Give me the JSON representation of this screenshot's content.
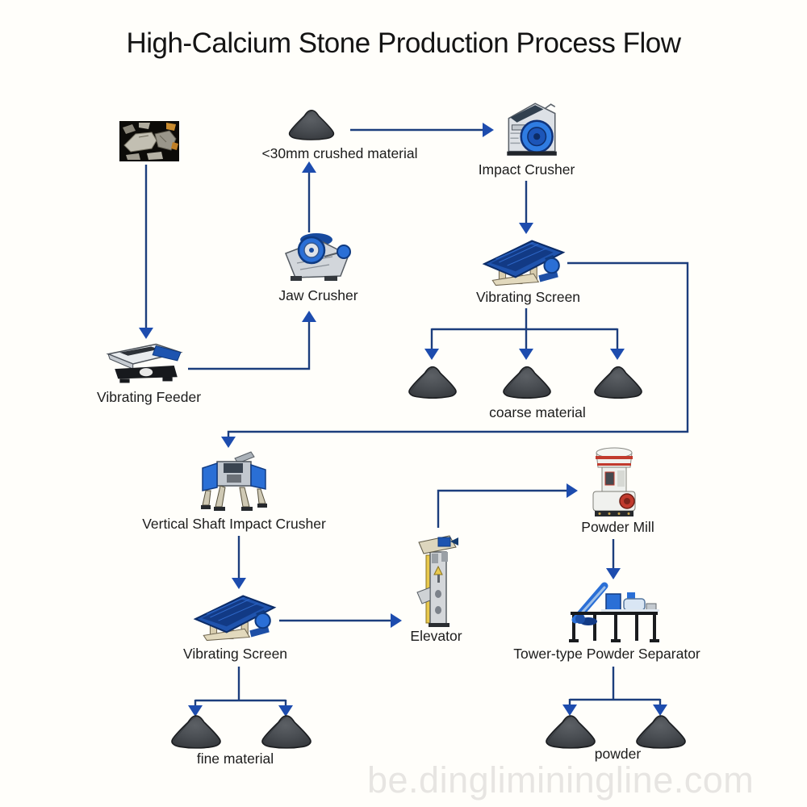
{
  "title": "High-Calcium Stone Production Process Flow",
  "watermark": "be.dingliminingline.com",
  "colors": {
    "arrow_line": "#1c3e7d",
    "arrow_head": "#1d4cae",
    "pile_fill": "#4a4e53",
    "pile_outline": "#1b1d20",
    "label_text": "#1c1c1c",
    "background": "#fffefa"
  },
  "nodes": {
    "raw_stone": {
      "image": "raw-stone-photo"
    },
    "crushed_material": {
      "label": "<30mm crushed material",
      "icon": "material-pile"
    },
    "impact_crusher": {
      "label": "Impact Crusher",
      "image": "impact-crusher"
    },
    "jaw_crusher": {
      "label": "Jaw Crusher",
      "image": "jaw-crusher"
    },
    "vibrating_screen_1": {
      "label": "Vibrating Screen",
      "image": "vibrating-screen"
    },
    "vibrating_feeder": {
      "label": "Vibrating Feeder",
      "image": "vibrating-feeder"
    },
    "coarse_material": {
      "label": "coarse material",
      "icon": "material-pile",
      "pile_count": 3
    },
    "vsi_crusher": {
      "label": "Vertical Shaft Impact Crusher",
      "image": "vertical-shaft-impact-crusher"
    },
    "powder_mill": {
      "label": "Powder Mill",
      "image": "powder-mill"
    },
    "elevator": {
      "label": "Elevator",
      "image": "bucket-elevator"
    },
    "vibrating_screen_2": {
      "label": "Vibrating Screen",
      "image": "vibrating-screen"
    },
    "tower_separator": {
      "label": "Tower-type Powder Separator",
      "image": "tower-type-powder-separator"
    },
    "fine_material": {
      "label": "fine material",
      "icon": "material-pile",
      "pile_count": 2
    },
    "powder": {
      "label": "powder",
      "icon": "material-pile",
      "pile_count": 2
    }
  },
  "flow_edges": [
    {
      "from": "raw_stone",
      "to": "vibrating_feeder"
    },
    {
      "from": "vibrating_feeder",
      "to": "jaw_crusher"
    },
    {
      "from": "jaw_crusher",
      "to": "crushed_material"
    },
    {
      "from": "crushed_material",
      "to": "impact_crusher"
    },
    {
      "from": "impact_crusher",
      "to": "vibrating_screen_1"
    },
    {
      "from": "vibrating_screen_1",
      "to": "coarse_material"
    },
    {
      "from": "vibrating_screen_1",
      "to": "vsi_crusher"
    },
    {
      "from": "vsi_crusher",
      "to": "vibrating_screen_2"
    },
    {
      "from": "vibrating_screen_2",
      "to": "elevator"
    },
    {
      "from": "elevator",
      "to": "powder_mill"
    },
    {
      "from": "powder_mill",
      "to": "tower_separator"
    },
    {
      "from": "vibrating_screen_2",
      "to": "fine_material"
    },
    {
      "from": "tower_separator",
      "to": "powder"
    }
  ]
}
